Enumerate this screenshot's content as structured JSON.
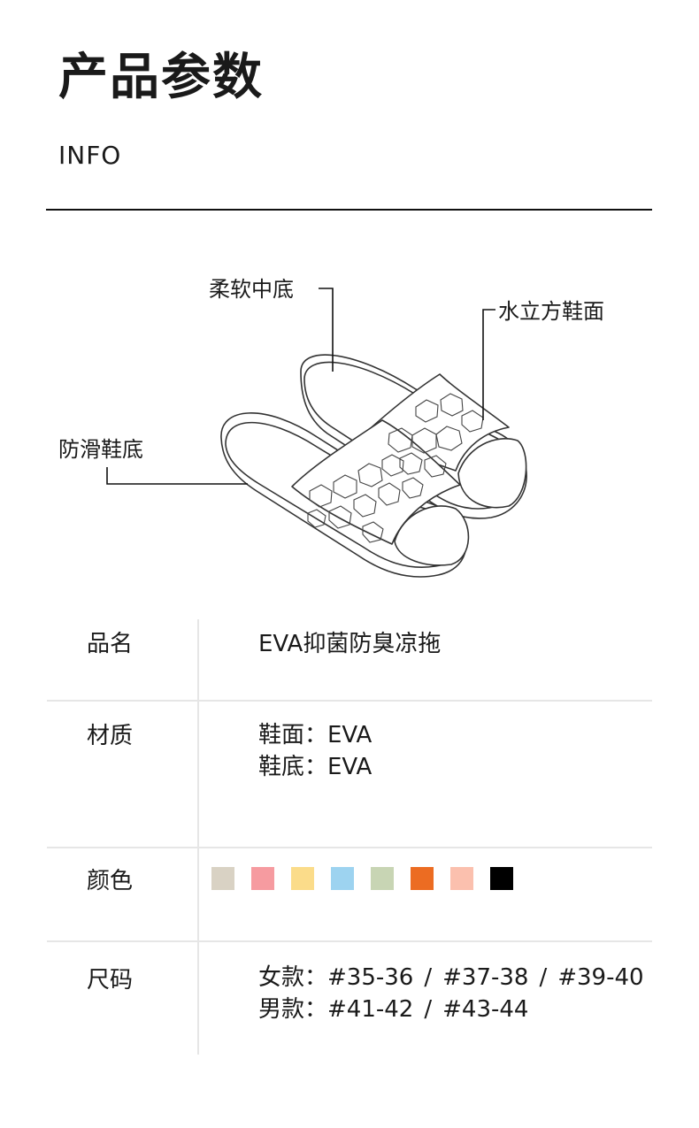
{
  "header": {
    "title": "产品参数",
    "subtitle": "INFO"
  },
  "diagram": {
    "callouts": {
      "midsole": "柔软中底",
      "upper": "水立方鞋面",
      "outsole": "防滑鞋底"
    }
  },
  "specs": {
    "name": {
      "label": "品名",
      "value": "EVA抑菌防臭凉拖"
    },
    "material": {
      "label": "材质",
      "lines": [
        "鞋面：EVA",
        "鞋底：EVA"
      ]
    },
    "color": {
      "label": "颜色",
      "swatches": [
        "#d9d2c4",
        "#f69ba0",
        "#fbdc8a",
        "#9dd3f0",
        "#c8d5b4",
        "#ec6c22",
        "#fbc0ae",
        "#000000"
      ]
    },
    "size": {
      "label": "尺码",
      "women_prefix": "女款：",
      "women_sizes": [
        "#35-36",
        "#37-38",
        "#39-40"
      ],
      "men_prefix": "男款：",
      "men_sizes": [
        "#41-42",
        "#43-44"
      ],
      "separator": "/"
    }
  }
}
